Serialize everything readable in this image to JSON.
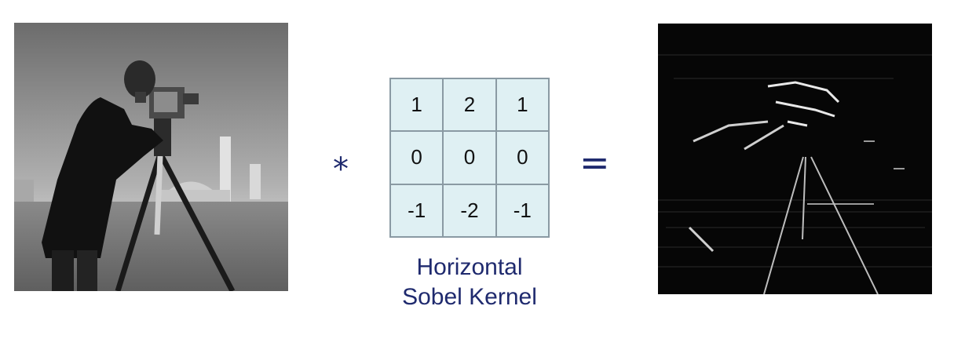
{
  "input_image": {
    "description": "cameraman-photo",
    "kind": "grayscale-photo"
  },
  "operator_symbol": "*",
  "kernel": {
    "values": [
      [
        "1",
        "2",
        "1"
      ],
      [
        "0",
        "0",
        "0"
      ],
      [
        "-1",
        "-2",
        "-1"
      ]
    ],
    "caption_line1": "Horizontal",
    "caption_line2": "Sobel Kernel"
  },
  "equals_symbol": "=",
  "output_image": {
    "description": "edge-map",
    "kind": "edge-detection-result"
  },
  "colors": {
    "text_accent": "#1f2a6e",
    "kernel_fill": "#dff0f3",
    "kernel_border": "#8a9aa3"
  }
}
